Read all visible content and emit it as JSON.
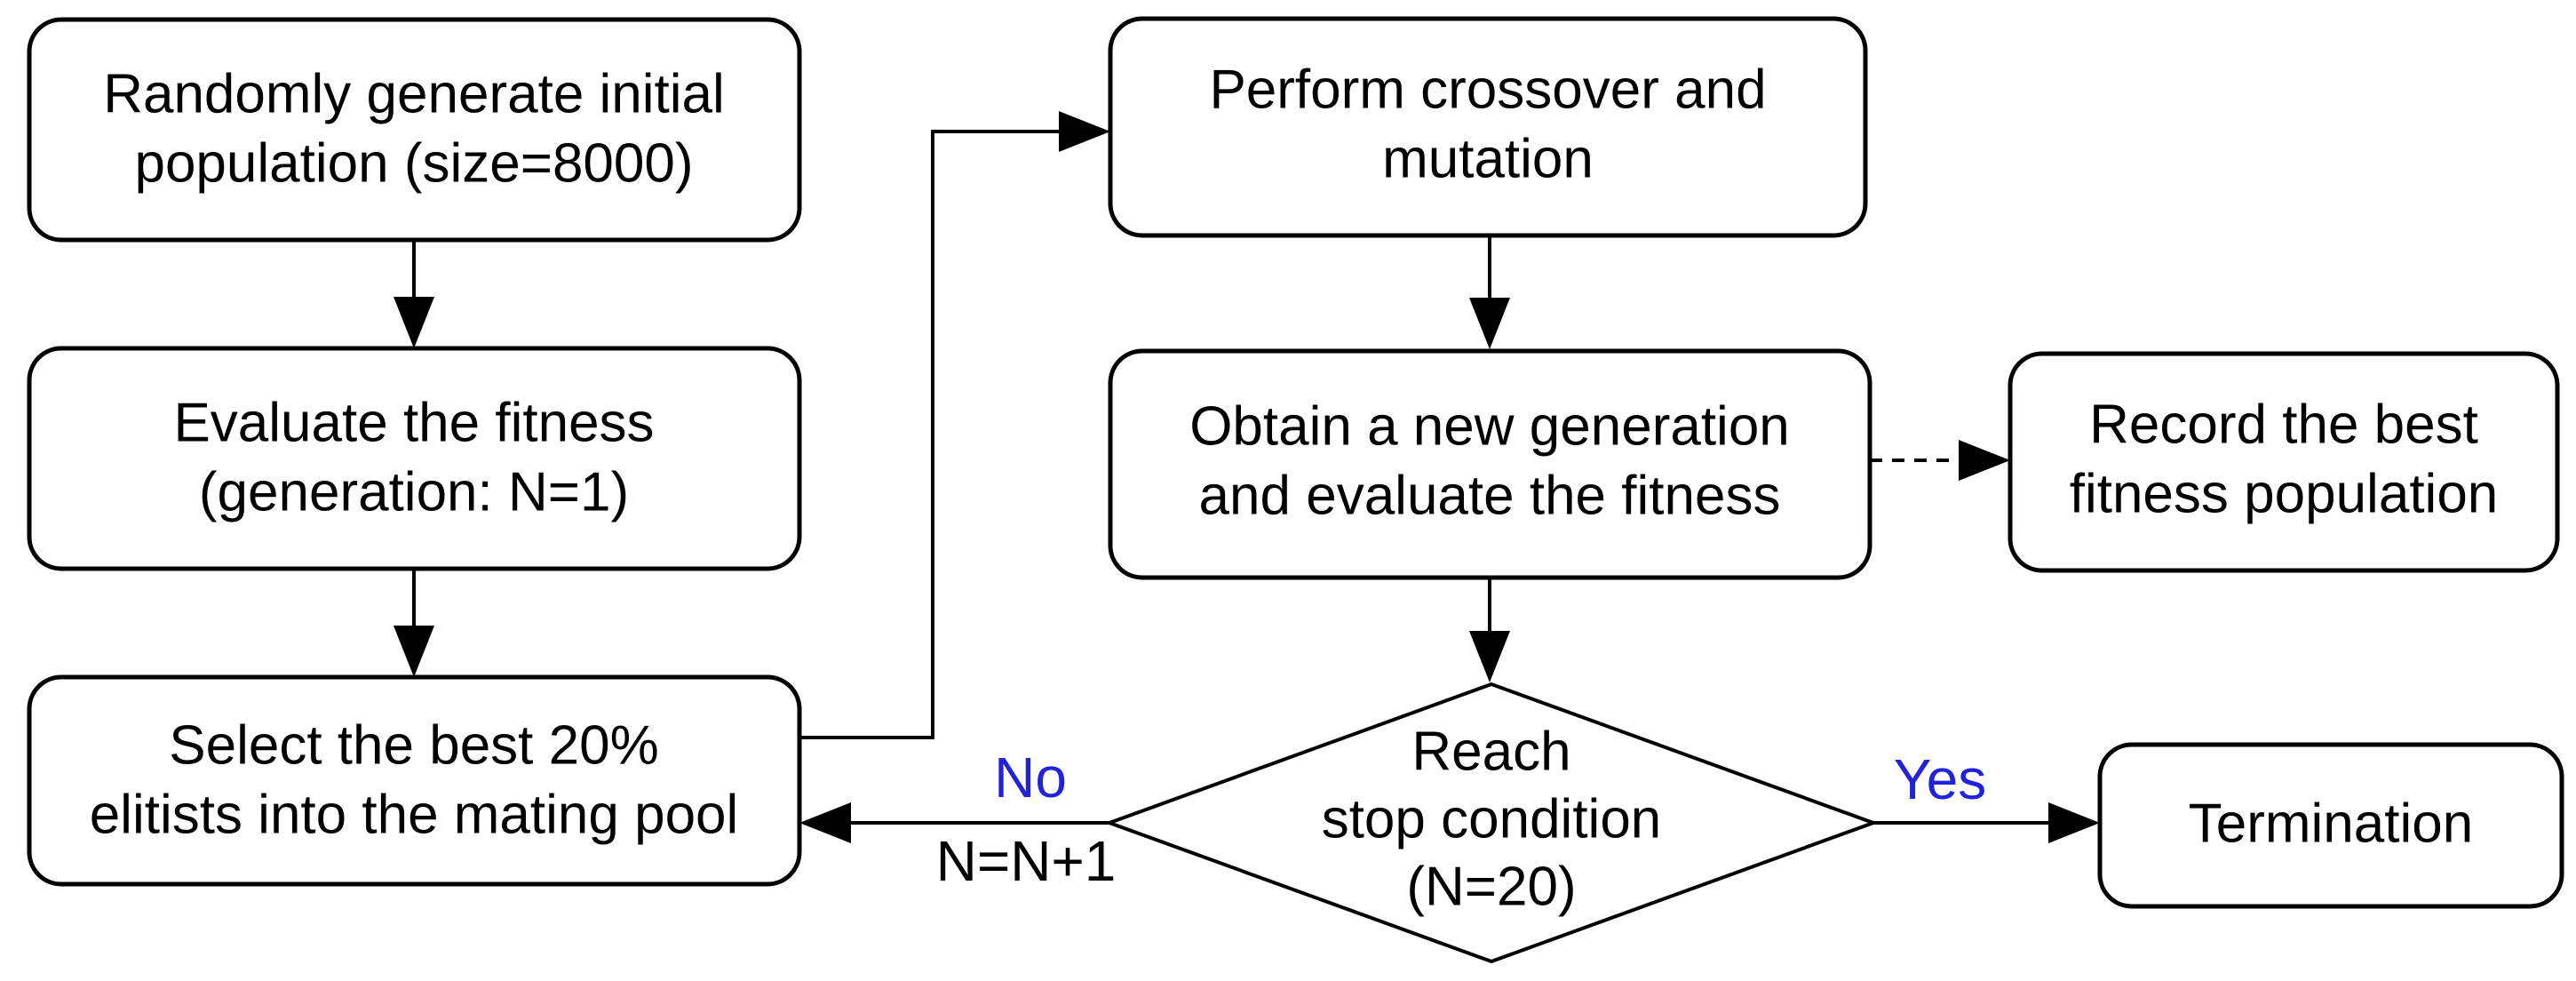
{
  "figure": {
    "background": "#ffffff",
    "line_color": "#000000",
    "text_color": "#000000",
    "accent_blue": "#2222dd"
  },
  "nodes": {
    "generate": {
      "shape": "rounded-rect",
      "lines": [
        "Randomly generate initial",
        "population (size=8000)"
      ]
    },
    "evaluate": {
      "shape": "rounded-rect",
      "lines": [
        "Evaluate the fitness",
        "(generation: N=1)"
      ]
    },
    "select": {
      "shape": "rounded-rect",
      "lines": [
        "Select the best 20%",
        "elitists into the mating pool"
      ]
    },
    "crossover": {
      "shape": "rounded-rect",
      "lines": [
        "Perform crossover and",
        "mutation"
      ]
    },
    "obtain": {
      "shape": "rounded-rect",
      "lines": [
        "Obtain a new generation",
        "and evaluate the fitness"
      ]
    },
    "record": {
      "shape": "rounded-rect",
      "lines": [
        "Record the best",
        "fitness population"
      ]
    },
    "decision": {
      "shape": "diamond",
      "lines": [
        "Reach",
        "stop condition",
        "(N=20)"
      ]
    },
    "termination": {
      "shape": "rounded-rect",
      "lines": [
        "Termination"
      ]
    }
  },
  "edge_labels": {
    "no": "No",
    "no_annotation": "N=N+1",
    "yes": "Yes"
  }
}
